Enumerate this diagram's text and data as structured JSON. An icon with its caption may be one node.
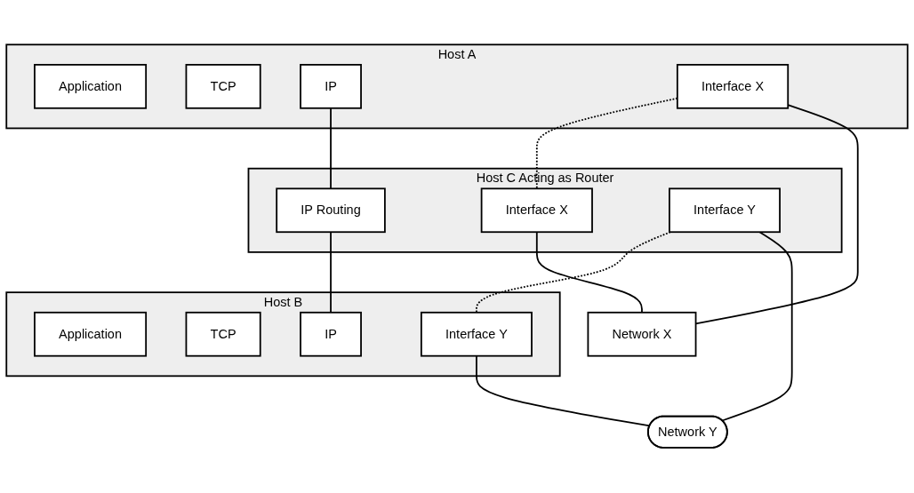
{
  "diagram": {
    "nodes": [
      {
        "text": [
          "Host A"
        ]
      },
      {
        "text": [
          "Application"
        ],
        "in": 0
      },
      {
        "text": [
          "TCP"
        ],
        "in": 0
      },
      {
        "text": [
          "IP"
        ],
        "in": 0
      },
      {
        "text": [
          "Interface X"
        ],
        "in": 0
      },
      {
        "text": [
          "Host C Acting as Router"
        ]
      },
      {
        "text": [
          "IP Routing"
        ],
        "in": 5
      },
      {
        "text": [
          "Interface X"
        ],
        "in": 5
      },
      {
        "text": [
          "Interface Y"
        ],
        "in": 5
      },
      {
        "text": [
          "Host B"
        ]
      },
      {
        "text": [
          "Application"
        ],
        "in": 9
      },
      {
        "text": [
          "TCP"
        ],
        "in": 9
      },
      {
        "text": [
          "IP"
        ],
        "in": 9
      },
      {
        "text": [
          "Interface Y"
        ],
        "in": 9
      },
      {
        "text": [
          "Network X"
        ]
      },
      {
        "text": [
          "Network Y"
        ]
      }
    ],
    "edges": [
      {
        "from": 3,
        "to": 6,
        "arrow": "none"
      },
      {
        "from": 4,
        "to": 7,
        "arrow": "none",
        "style": "dashed"
      },
      {
        "from": 6,
        "to": 12,
        "arrow": "none"
      },
      {
        "from": 8,
        "to": 13,
        "arrow": "none",
        "style": "dashed"
      },
      {
        "from": 4,
        "to": 14,
        "arrow": "none"
      },
      {
        "from": 7,
        "to": 14,
        "arrow": "none"
      },
      {
        "from": 8,
        "to": 15,
        "arrow": "none"
      },
      {
        "from": 13,
        "to": 15,
        "arrow": "none"
      }
    ]
  }
}
